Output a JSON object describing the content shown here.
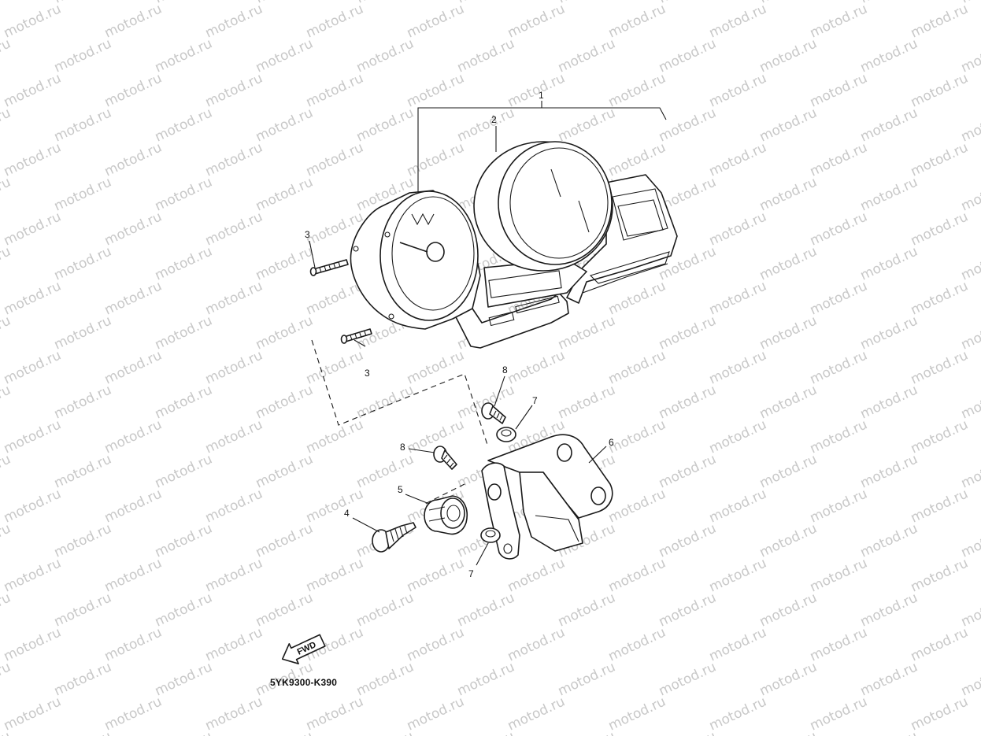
{
  "watermark": {
    "text": "motod.ru"
  },
  "callouts": [
    "1",
    "2",
    "3",
    "3",
    "4",
    "5",
    "6",
    "7",
    "7",
    "8",
    "8"
  ],
  "fwd_label": "FWD",
  "diagram_code": "5YK9300-K390"
}
